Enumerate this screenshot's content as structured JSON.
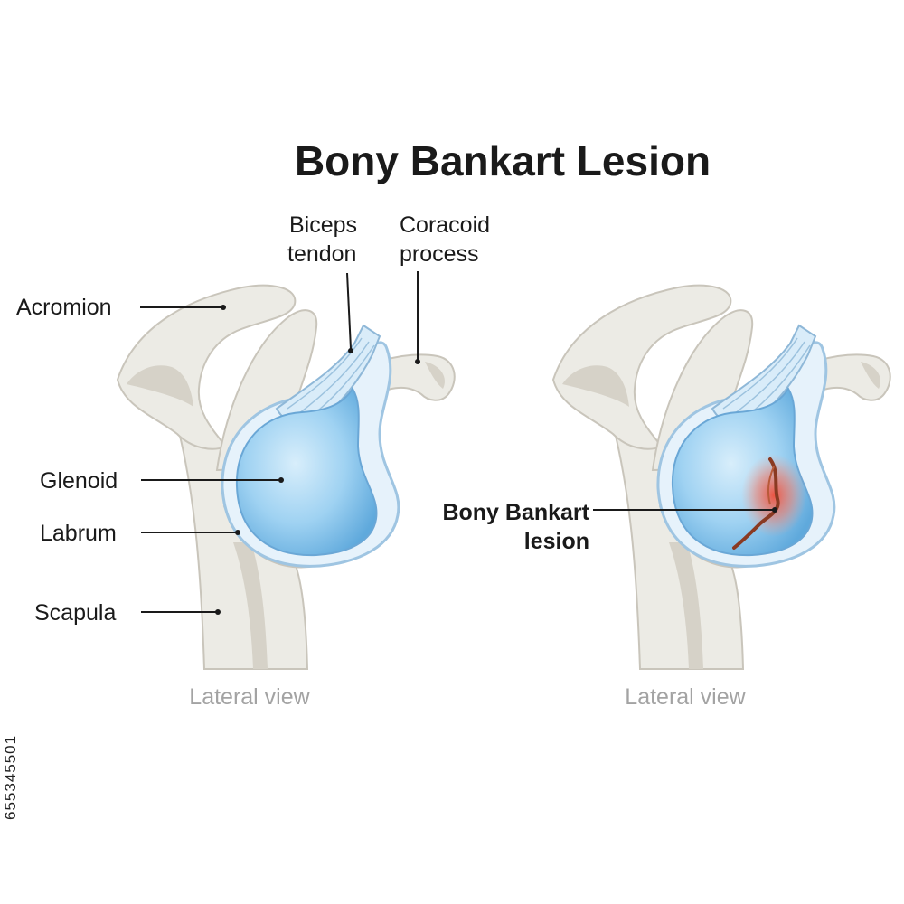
{
  "title": "Bony Bankart Lesion",
  "labels": {
    "acromion": "Acromion",
    "biceps_tendon_line1": "Biceps",
    "biceps_tendon_line2": "tendon",
    "coracoid_line1": "Coracoid",
    "coracoid_line2": "process",
    "glenoid": "Glenoid",
    "labrum": "Labrum",
    "scapula": "Scapula",
    "lesion_line1": "Bony Bankart",
    "lesion_line2": "lesion"
  },
  "views": {
    "left": "Lateral view",
    "right": "Lateral view"
  },
  "image_id": "655345501",
  "colors": {
    "bone": "#ecebe5",
    "glenoid": "#8cc8ef",
    "labrum": "#e6f2fb",
    "lesion_glow": "#f26b5b",
    "lesion_fracture": "#8a3a22"
  }
}
